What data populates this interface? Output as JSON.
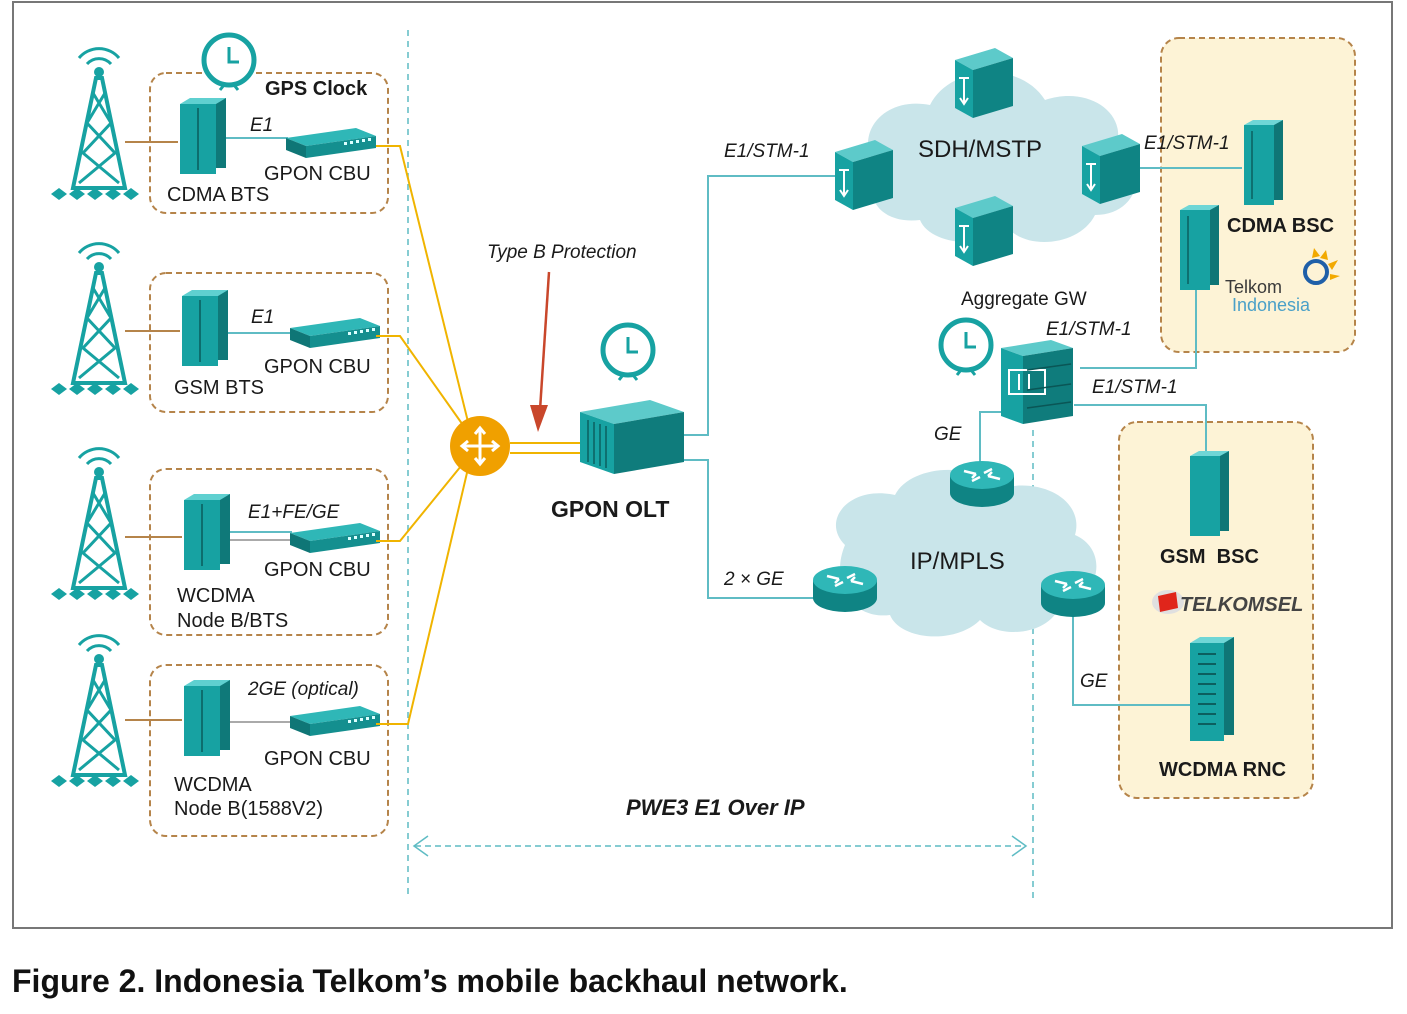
{
  "labels": {
    "gps_clock": "GPS Clock",
    "e1_1": "E1",
    "gpon_cbu": "GPON CBU",
    "cdma_bts": "CDMA BTS",
    "e1_2": "E1",
    "gsm_bts": "GSM BTS",
    "e1_fe_ge": "E1+FE/GE",
    "wcdma_l1": "WCDMA",
    "wcdma_l2": "Node B/BTS",
    "ge_optical": "2GE (optical)",
    "wcdma2_l1": "WCDMA",
    "wcdma2_l2": "Node B(1588V2)",
    "type_b": "Type B Protection",
    "gpon_olt": "GPON OLT",
    "e1_stm1_a": "E1/STM-1",
    "sdh_mstp": "SDH/MSTP",
    "e1_stm1_b": "E1/STM-1",
    "cdma_bsc": "CDMA BSC",
    "telkom_1": "Telkom",
    "telkom_2": "Indonesia",
    "aggregate_gw": "Aggregate GW",
    "e1_stm1_c": "E1/STM-1",
    "e1_stm1_d": "E1/STM-1",
    "ge_1": "GE",
    "ip_mpls": "IP/MPLS",
    "two_ge": "2 × GE",
    "gsm_bsc": "GSM  BSC",
    "telkomsel": "TELKOMSEL",
    "ge_2": "GE",
    "wcdma_rnc": "WCDMA RNC",
    "pwe3": "PWE3 E1 Over IP"
  },
  "caption": "Figure 2.  Indonesia Telkom’s mobile backhaul network.",
  "colors": {
    "teal": "#17a2a2",
    "line": "#5fbcc4",
    "yellow": "#f0b400",
    "orange_box": "#b5844a",
    "cloud": "#c9e5ea",
    "red_arrow": "#c9472b",
    "beige": "#fdf3d6"
  }
}
